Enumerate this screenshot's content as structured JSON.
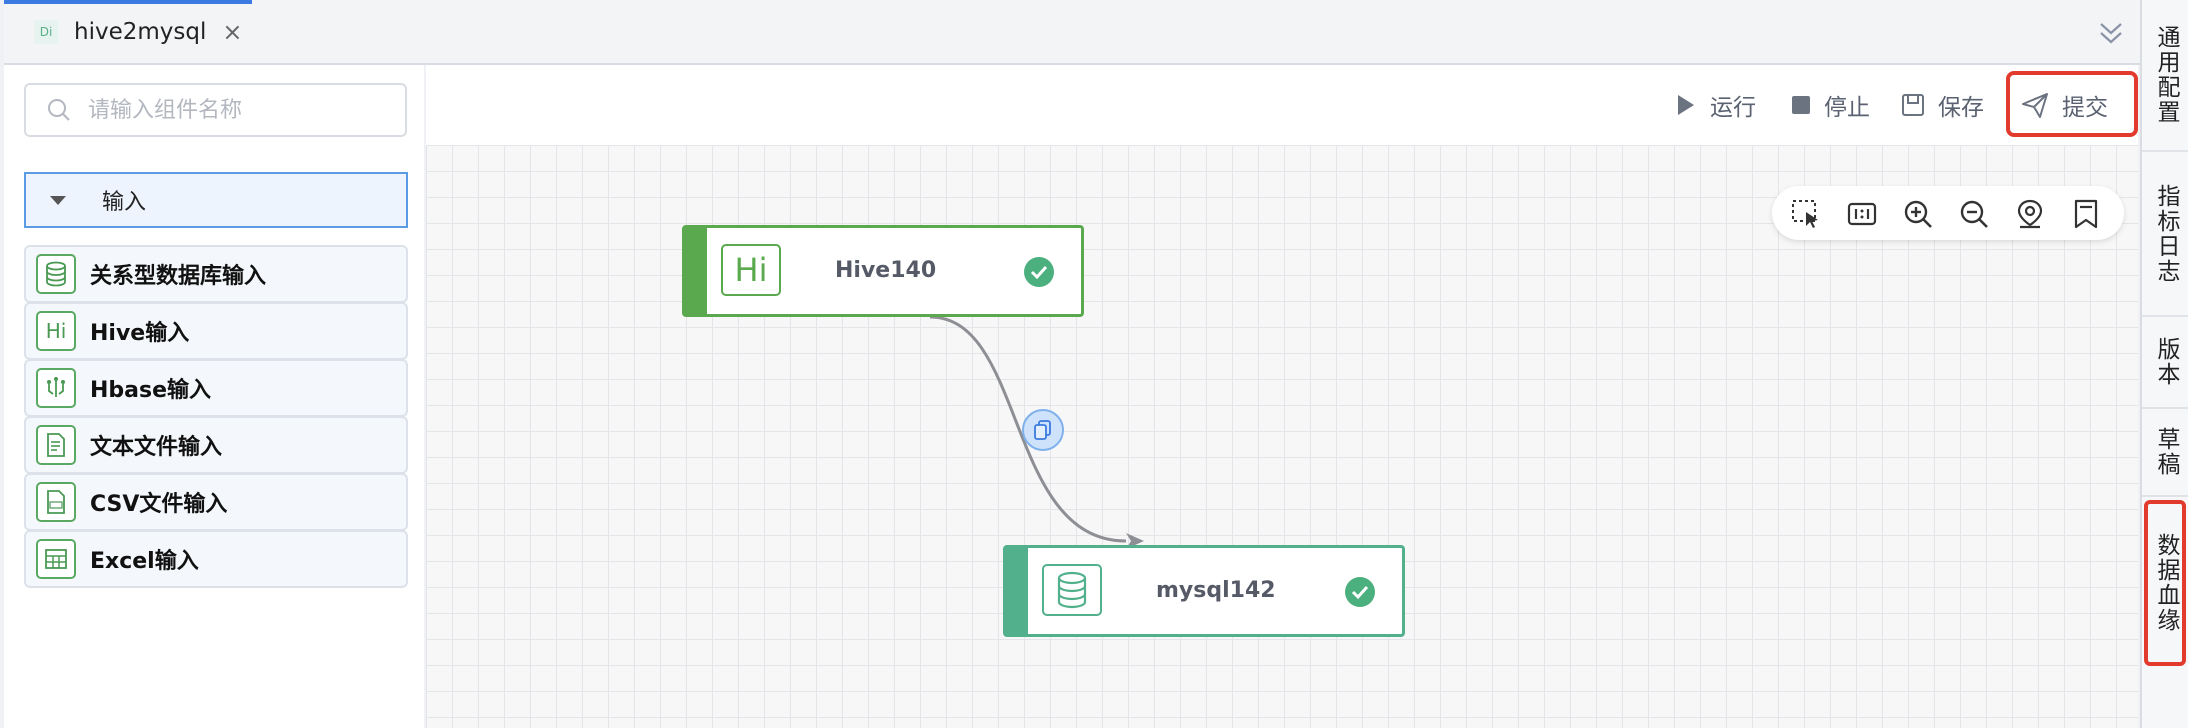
{
  "tab": {
    "icon_text": "Di",
    "title": "hive2mysql",
    "close_symbol": "×"
  },
  "left_panel": {
    "search_placeholder": "请输入组件名称",
    "group_label": "输入",
    "components": [
      {
        "label": "关系型数据库输入",
        "icon": "database-icon"
      },
      {
        "label": "Hive输入",
        "icon": "hive-icon",
        "icon_text": "Hi"
      },
      {
        "label": "Hbase输入",
        "icon": "hbase-icon"
      },
      {
        "label": "文本文件输入",
        "icon": "text-file-icon"
      },
      {
        "label": "CSV文件输入",
        "icon": "csv-file-icon"
      },
      {
        "label": "Excel输入",
        "icon": "excel-table-icon"
      }
    ]
  },
  "toolbar": {
    "run": "运行",
    "stop": "停止",
    "save": "保存",
    "submit": "提交"
  },
  "zoom_tools": [
    "select-area-icon",
    "fit-1-1-icon",
    "zoom-in-icon",
    "zoom-out-icon",
    "locate-icon",
    "bookmark-icon"
  ],
  "nodes": [
    {
      "name": "Hive140",
      "icon_text": "Hi",
      "status": "success",
      "color": "#5aa94e"
    },
    {
      "name": "mysql142",
      "icon": "database-icon",
      "status": "success",
      "color": "#52b18c"
    }
  ],
  "right_sidebar": {
    "items": [
      "通用配置",
      "指标日志",
      "版本",
      "草稿",
      "数据血缘"
    ]
  },
  "colors": {
    "highlight_red": "#e23a2c",
    "accent_blue": "#3b7ae0",
    "success_green": "#4caf7e"
  }
}
